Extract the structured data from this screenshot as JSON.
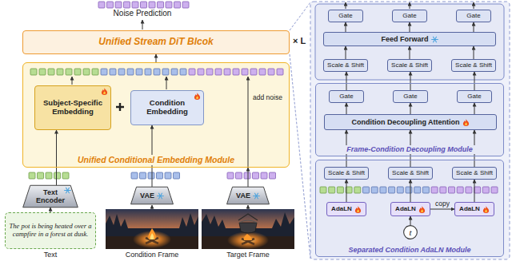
{
  "diagram": {
    "nodes": [
      {
        "text": [
          "Unified Stream DiT Blcok"
        ]
      },
      {
        "text": [
          "Unified Conditional Embedding Module"
        ]
      },
      {
        "text": [
          "Subject-Specific Embedding"
        ],
        "in": 1
      },
      {
        "text": [
          "Condition Embedding"
        ],
        "in": 1
      },
      {
        "text": [
          "Text Encoder"
        ]
      },
      {
        "text": [
          "VAE"
        ]
      },
      {
        "text": [
          "VAE"
        ]
      },
      {
        "text": [
          "The pot is being heated over a campfire in a forest at dusk."
        ]
      },
      {
        "text": [
          "Gate"
        ]
      },
      {
        "text": [
          "Gate"
        ]
      },
      {
        "text": [
          "Gate"
        ]
      },
      {
        "text": [
          "Feed Forward"
        ]
      },
      {
        "text": [
          "Scale & Shift"
        ]
      },
      {
        "text": [
          "Scale & Shift"
        ]
      },
      {
        "text": [
          "Scale & Shift"
        ]
      },
      {
        "text": [
          "Frame-Condition Decoupling Module"
        ]
      },
      {
        "text": [
          "Gate"
        ],
        "in": 15
      },
      {
        "text": [
          "Gate"
        ],
        "in": 15
      },
      {
        "text": [
          "Gate"
        ],
        "in": 15
      },
      {
        "text": [
          "Condition Decoupling Attention"
        ],
        "in": 15
      },
      {
        "text": [
          "Separated Condition AdaLN Module"
        ]
      },
      {
        "text": [
          "Scale & Shift"
        ],
        "in": 20
      },
      {
        "text": [
          "Scale & Shift"
        ],
        "in": 20
      },
      {
        "text": [
          "Scale & Shift"
        ],
        "in": 20
      },
      {
        "text": [
          "AdaLN"
        ],
        "in": 20
      },
      {
        "text": [
          "AdaLN"
        ],
        "in": 20
      },
      {
        "text": [
          "AdaLN"
        ],
        "in": 20
      },
      {
        "text": [
          "t"
        ],
        "in": 20
      }
    ],
    "edges": [
      {
        "from": 7,
        "to": 4,
        "arrow": "to"
      },
      {
        "from": 4,
        "to": 2,
        "arrow": "to"
      },
      {
        "from": 5,
        "to": 3,
        "arrow": "to"
      },
      {
        "from": 6,
        "to": 1,
        "arrow": "to",
        "label": "add noise"
      },
      {
        "from": 1,
        "to": 0,
        "arrow": "to"
      },
      {
        "from": 27,
        "to": 25,
        "arrow": "to"
      },
      {
        "from": 25,
        "to": 26,
        "arrow": "to",
        "label": "copy"
      },
      {
        "from": 24,
        "to": 21,
        "arrow": "to"
      },
      {
        "from": 25,
        "to": 22,
        "arrow": "to"
      },
      {
        "from": 26,
        "to": 23,
        "arrow": "to"
      },
      {
        "from": 21,
        "to": 19,
        "arrow": "to"
      },
      {
        "from": 22,
        "to": 19,
        "arrow": "to"
      },
      {
        "from": 23,
        "to": 19,
        "arrow": "to"
      },
      {
        "from": 19,
        "to": 16,
        "arrow": "to"
      },
      {
        "from": 19,
        "to": 17,
        "arrow": "to"
      },
      {
        "from": 19,
        "to": 18,
        "arrow": "to"
      },
      {
        "from": 16,
        "to": 12,
        "arrow": "to"
      },
      {
        "from": 17,
        "to": 13,
        "arrow": "to"
      },
      {
        "from": 18,
        "to": 14,
        "arrow": "to"
      },
      {
        "from": 12,
        "to": 11,
        "arrow": "to"
      },
      {
        "from": 13,
        "to": 11,
        "arrow": "to"
      },
      {
        "from": 14,
        "to": 11,
        "arrow": "to"
      },
      {
        "from": 11,
        "to": 8,
        "arrow": "to"
      },
      {
        "from": 11,
        "to": 9,
        "arrow": "to"
      },
      {
        "from": 11,
        "to": 10,
        "arrow": "to"
      }
    ],
    "labels": [
      "Noise Prediction",
      "× L",
      "Text",
      "Condition Frame",
      "Target Frame"
    ]
  }
}
